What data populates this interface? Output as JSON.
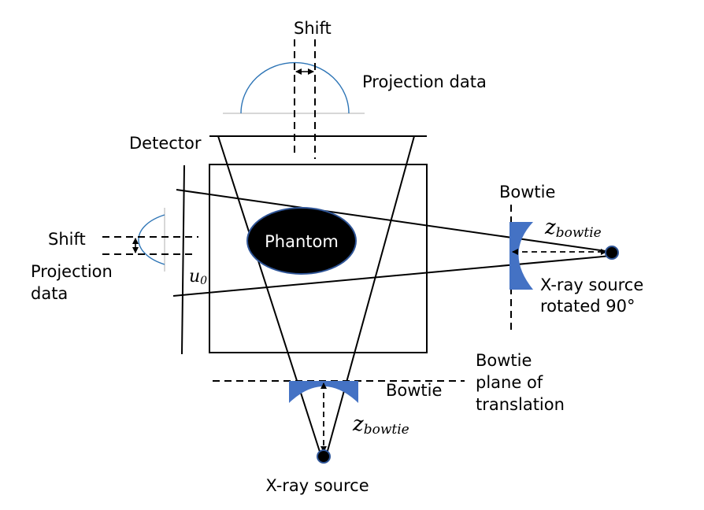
{
  "colors": {
    "bowtie": "#4472c4",
    "projection_curve": "#2e75b6",
    "baseline": "#bfbfbf",
    "line": "#000000",
    "phantom_fill": "#000000",
    "phantom_stroke": "#2f5597"
  },
  "labels": {
    "shift_top": "Shift",
    "projection_data_top": "Projection data",
    "detector": "Detector",
    "bowtie_right": "Bowtie",
    "z_bowtie_right_main": "z",
    "z_bowtie_right_sub": "bowtie",
    "shift_left": "Shift",
    "projection_data_left_line1": "Projection",
    "projection_data_left_line2": "data",
    "u0_main": "u",
    "u0_sub": "0",
    "phantom": "Phantom",
    "xray_rotated_line1": "X-ray source",
    "xray_rotated_line2": "rotated 90°",
    "bowtie_plane_line1": "Bowtie",
    "bowtie_plane_line2": "plane of",
    "bowtie_plane_line3": "translation",
    "bowtie_bottom": "Bowtie",
    "z_bowtie_bottom_main": "z",
    "z_bowtie_bottom_sub": "bowtie",
    "xray_source": "X-ray source"
  }
}
